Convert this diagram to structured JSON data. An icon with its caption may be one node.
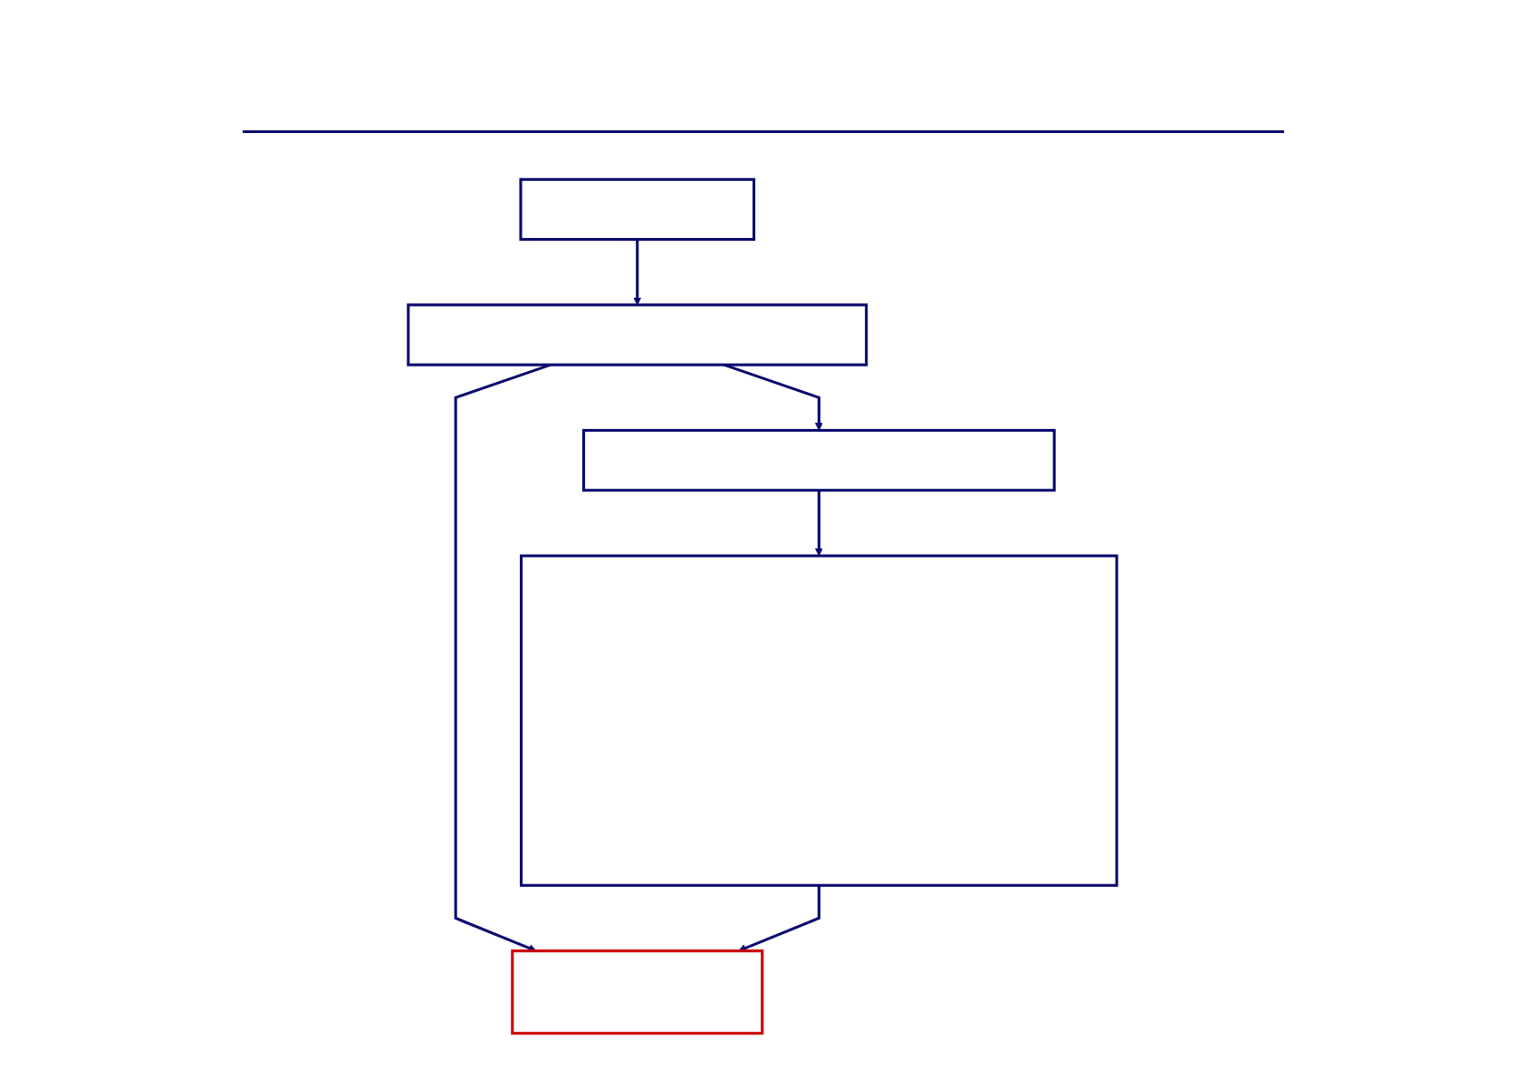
{
  "diagram": {
    "nodes": [
      {
        "text": [],
        "shape": "box"
      },
      {
        "text": [],
        "shape": "box"
      },
      {
        "text": [],
        "shape": "box"
      },
      {
        "text": [],
        "shape": "box"
      },
      {
        "text": [],
        "shape": "box"
      }
    ],
    "edges": [
      {
        "from": 0,
        "to": 1,
        "arrow": "to"
      },
      {
        "from": 1,
        "to": 2,
        "arrow": "to"
      },
      {
        "from": 1,
        "to": 4,
        "arrow": "to"
      },
      {
        "from": 2,
        "to": 3,
        "arrow": "to"
      },
      {
        "from": 3,
        "to": 4,
        "arrow": "to"
      }
    ]
  }
}
